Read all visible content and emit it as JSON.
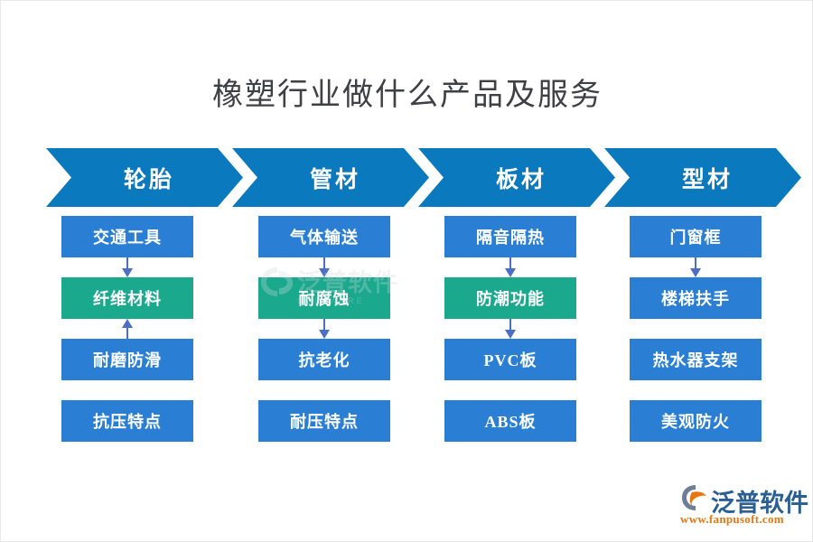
{
  "title": "橡塑行业做什么产品及服务",
  "colors": {
    "chevron_blue": "#0b79be",
    "node_blue": "#2a7fd4",
    "node_green": "#1aa98d",
    "arrow_blue": "#4a6fc4",
    "title_gray": "#3f3f46",
    "brand_blue": "#2b5f93",
    "brand_orange": "#e8770f",
    "background": "#ffffff"
  },
  "columns": [
    {
      "header": "轮胎",
      "nodes": [
        {
          "label": "交通工具",
          "style": "blue"
        },
        {
          "label": "纤维材料",
          "style": "green"
        },
        {
          "label": "耐磨防滑",
          "style": "blue"
        },
        {
          "label": "抗压特点",
          "style": "blue"
        }
      ],
      "connectors": [
        "down",
        "up",
        "none"
      ]
    },
    {
      "header": "管材",
      "nodes": [
        {
          "label": "气体输送",
          "style": "blue"
        },
        {
          "label": "耐腐蚀",
          "style": "green"
        },
        {
          "label": "抗老化",
          "style": "blue"
        },
        {
          "label": "耐压特点",
          "style": "blue"
        }
      ],
      "connectors": [
        "down",
        "down",
        "none"
      ]
    },
    {
      "header": "板材",
      "nodes": [
        {
          "label": "隔音隔热",
          "style": "blue"
        },
        {
          "label": "防潮功能",
          "style": "green"
        },
        {
          "label": "PVC板",
          "style": "blue"
        },
        {
          "label": "ABS板",
          "style": "blue"
        }
      ],
      "connectors": [
        "down",
        "down",
        "none"
      ]
    },
    {
      "header": "型材",
      "nodes": [
        {
          "label": "门窗框",
          "style": "blue"
        },
        {
          "label": "楼梯扶手",
          "style": "blue"
        },
        {
          "label": "热水器支架",
          "style": "blue"
        },
        {
          "label": "美观防火",
          "style": "blue"
        }
      ],
      "connectors": [
        "down",
        "none",
        "none"
      ]
    }
  ],
  "watermark": {
    "text": "泛普软件",
    "subtext": "SOFTWARE"
  },
  "brand": {
    "name": "泛普软件",
    "url": "www.fanpusoft.com"
  }
}
